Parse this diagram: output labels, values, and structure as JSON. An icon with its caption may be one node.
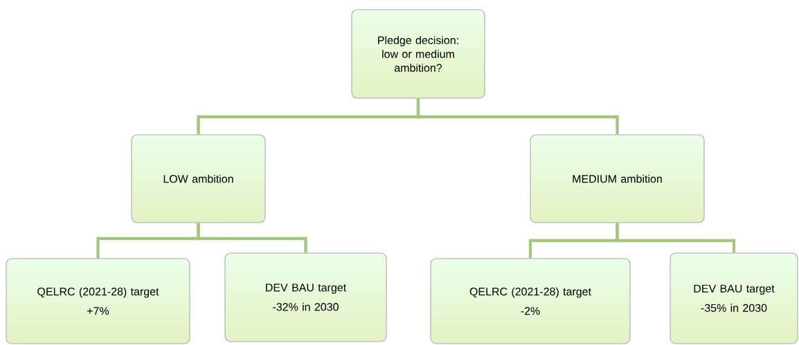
{
  "diagram": {
    "nodes": [
      {
        "text": [
          "Pledge decision: low or medium ambition?"
        ]
      },
      {
        "text": [
          "LOW ambition"
        ]
      },
      {
        "text": [
          "MEDIUM ambition"
        ]
      },
      {
        "text": [
          "QELRC (2021-28) target",
          "+7%"
        ]
      },
      {
        "text": [
          "DEV BAU target",
          "-32% in 2030"
        ]
      },
      {
        "text": [
          "QELRC (2021-28) target",
          "-2%"
        ]
      },
      {
        "text": [
          "DEV BAU target",
          "-35% in 2030"
        ]
      }
    ],
    "edges": [
      {
        "from": 0,
        "to": 1,
        "arrow": "none"
      },
      {
        "from": 0,
        "to": 2,
        "arrow": "none"
      },
      {
        "from": 1,
        "to": 3,
        "arrow": "none"
      },
      {
        "from": 1,
        "to": 4,
        "arrow": "none"
      },
      {
        "from": 2,
        "to": 5,
        "arrow": "none"
      },
      {
        "from": 2,
        "to": 6,
        "arrow": "none"
      }
    ]
  }
}
